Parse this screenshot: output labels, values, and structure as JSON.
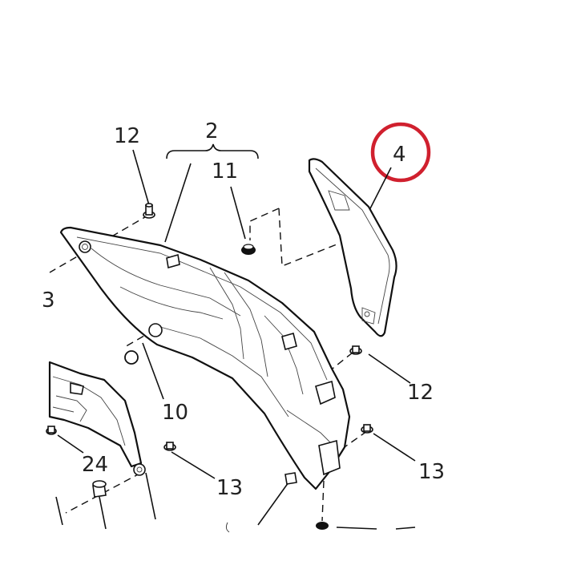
{
  "callouts": {
    "label_2": "2",
    "label_11": "11",
    "label_12_top": "12",
    "label_4": "4",
    "label_3_partial": "3",
    "label_12_right": "12",
    "label_10": "10",
    "label_24": "24",
    "label_13_mid": "13",
    "label_13_right": "13"
  },
  "highlight": {
    "color": "#d0202e",
    "target": "4"
  }
}
